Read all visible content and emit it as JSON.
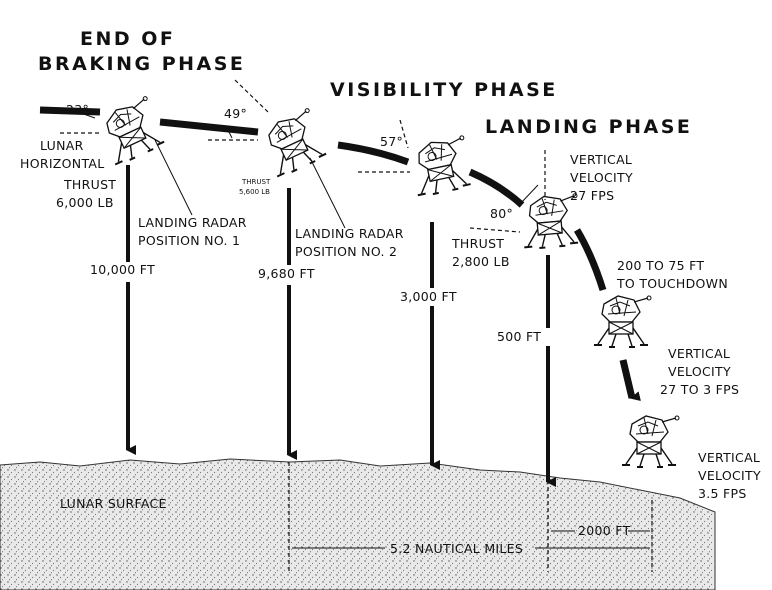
{
  "title": "Lunar Module Descent Profile",
  "phases": {
    "braking_line1": "END OF",
    "braking_line2": "BRAKING PHASE",
    "visibility": "VISIBILITY PHASE",
    "landing": "LANDING PHASE"
  },
  "annotations": {
    "angle_1": "23°",
    "angle_2": "49°",
    "angle_3": "57°",
    "angle_4": "80°",
    "lunar_horizontal_1": "LUNAR",
    "lunar_horizontal_2": "HORIZONTAL",
    "thrust1_1": "THRUST",
    "thrust1_2": "6,000 LB",
    "thrust2_1": "THRUST",
    "thrust2_2": "5,600 LB",
    "thrust3_1": "THRUST",
    "thrust3_2": "2,800 LB",
    "radar1_1": "LANDING RADAR",
    "radar1_2": "POSITION NO. 1",
    "radar2_1": "LANDING RADAR",
    "radar2_2": "POSITION NO. 2",
    "vv1_1": "VERTICAL",
    "vv1_2": "VELOCITY",
    "vv1_3": "27 FPS",
    "touchdown_1": "200 TO 75 FT",
    "touchdown_2": "TO TOUCHDOWN",
    "vv2_1": "VERTICAL",
    "vv2_2": "VELOCITY",
    "vv2_3": "27 TO 3 FPS",
    "vv3_1": "VERTICAL",
    "vv3_2": "VELOCITY",
    "vv3_3": "3.5 FPS"
  },
  "altitudes": [
    "10,000 FT",
    "9,680 FT",
    "3,000 FT",
    "500 FT"
  ],
  "surface": {
    "label": "LUNAR SURFACE",
    "distance_short": "2000 FT",
    "distance_long": "5.2 NAUTICAL MILES"
  }
}
